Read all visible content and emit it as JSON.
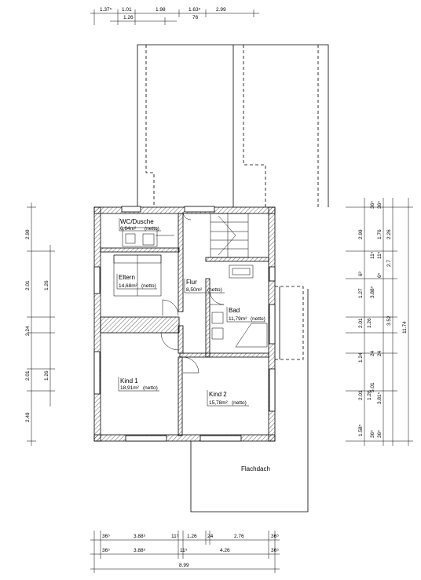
{
  "rooms": [
    {
      "name": "WC/Dusche",
      "area": "6,64m²",
      "note": "(netto)"
    },
    {
      "name": "Eltern",
      "area": "14,68m²",
      "note": "(netto)"
    },
    {
      "name": "Flur",
      "area": "8,50m²",
      "note": "(netto)"
    },
    {
      "name": "Bad",
      "area": "11,79m²",
      "note": "(netto)"
    },
    {
      "name": "Kind 1",
      "area": "18,91m²",
      "note": "(netto)"
    },
    {
      "name": "Kind 2",
      "area": "15,78m²",
      "note": "(netto)"
    }
  ],
  "flachdach": "Flachdach",
  "top_dims": {
    "row1": [
      "1.37⁵",
      "1.01",
      "1.98",
      "1.63⁵",
      "2.99"
    ],
    "row2": [
      "1.26",
      "76"
    ]
  },
  "left_dims": [
    "2.99",
    "2.01",
    "1.26",
    "2.24",
    "2.01",
    "1.26",
    "2.49"
  ],
  "right_dims": {
    "col1": [
      "2.99",
      "1.27",
      "6³",
      "2.01",
      "1.26",
      "1.24",
      "2.01",
      "1.26",
      "1.58⁵"
    ],
    "col2": [
      "36⁵",
      "11⁵",
      "3.88⁵",
      "24",
      "5.01",
      "36⁵"
    ],
    "col3": [
      "36⁵",
      "1.76",
      "11⁵",
      "6⁵",
      "24",
      "3.81⁵",
      "36⁵"
    ],
    "col4": [
      "2.26",
      "2.7",
      "3.52"
    ],
    "total": "11.74"
  },
  "bottom_dims": {
    "row1": [
      "36⁵",
      "3.88⁵",
      "11⁵",
      "1.26",
      "24",
      "2.76",
      "36⁵"
    ],
    "row2": [
      "36⁵",
      "3.88⁵",
      "11⁵",
      "4.26",
      "36⁵"
    ],
    "total": "8.99"
  }
}
